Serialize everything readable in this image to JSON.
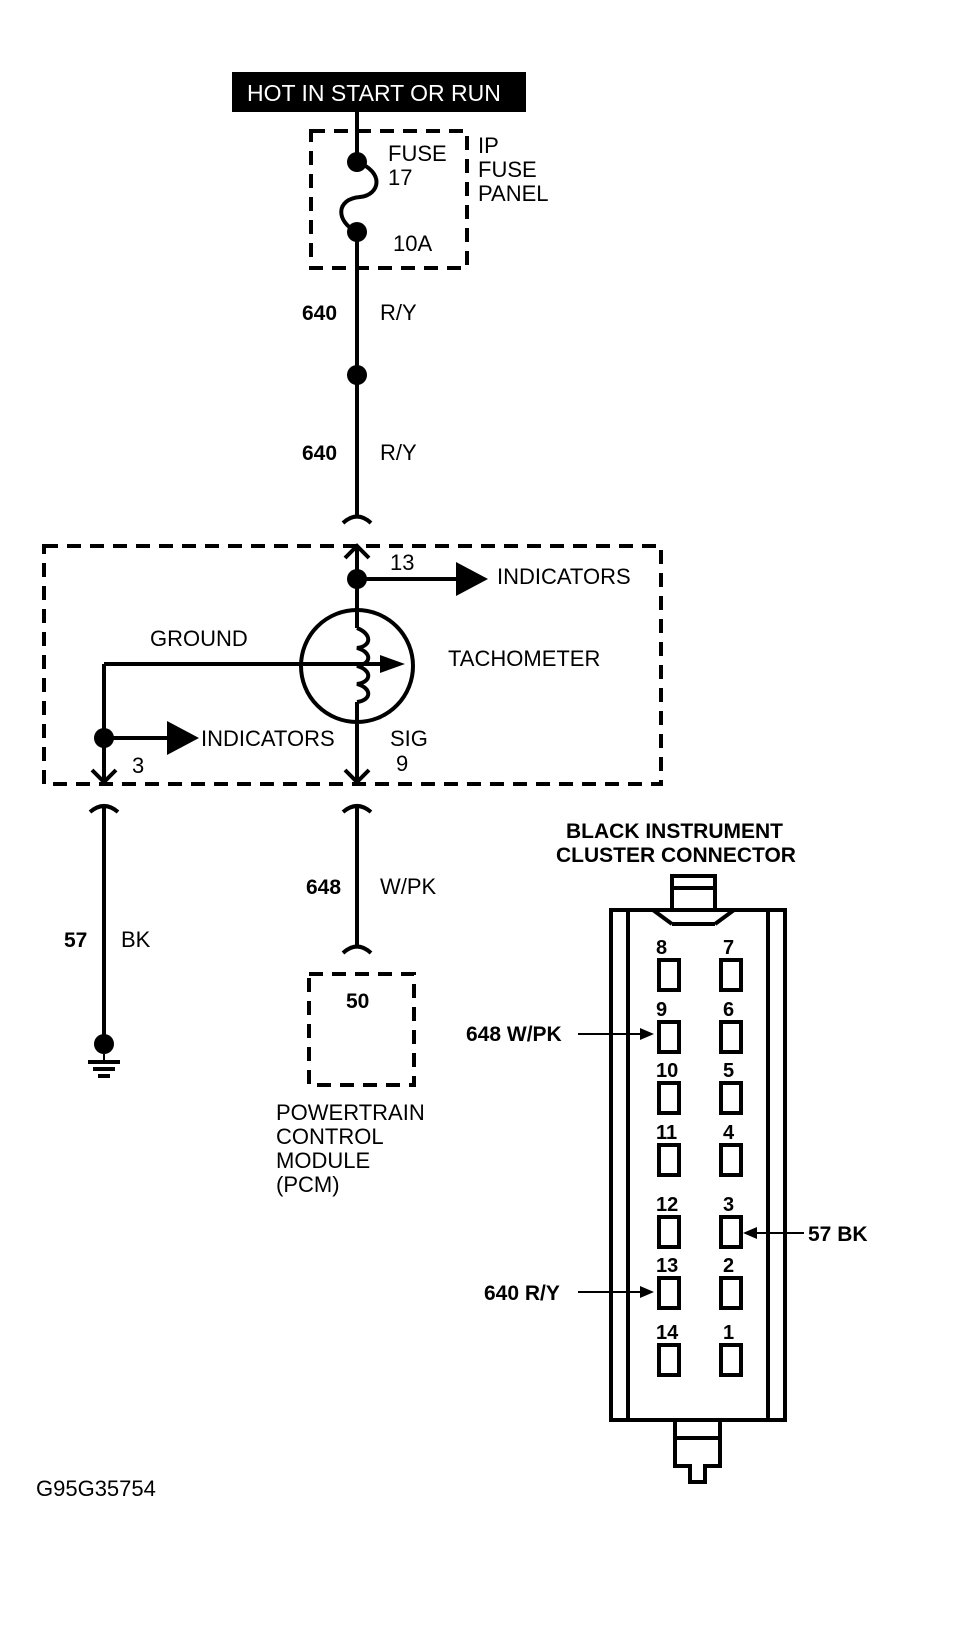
{
  "header": {
    "text": "HOT IN START OR RUN"
  },
  "fuse": {
    "label": "FUSE",
    "number": "17",
    "rating": "10A"
  },
  "fuse_panel": {
    "line1": "IP",
    "line2": "FUSE",
    "line3": "PANEL"
  },
  "wires": {
    "w640_upper": {
      "circuit": "640",
      "color": "R/Y"
    },
    "w640_lower": {
      "circuit": "640",
      "color": "R/Y"
    },
    "w648": {
      "circuit": "648",
      "color": "W/PK"
    },
    "w57": {
      "circuit": "57",
      "color": "BK"
    }
  },
  "cluster": {
    "pin13": "13",
    "indicators_right": "INDICATORS",
    "ground": "GROUND",
    "tachometer": "TACHOMETER",
    "indicators_left": "INDICATORS",
    "pin3": "3",
    "sig": "SIG",
    "pin9": "9"
  },
  "pcm": {
    "pin": "50",
    "line1": "POWERTRAIN",
    "line2": "CONTROL",
    "line3": "MODULE",
    "line4": "(PCM)"
  },
  "connector": {
    "title_line1": "BLACK INSTRUMENT",
    "title_line2": "CLUSTER CONNECTOR",
    "left_pins": [
      "8",
      "9",
      "10",
      "11",
      "12",
      "13",
      "14"
    ],
    "right_pins": [
      "7",
      "6",
      "5",
      "4",
      "3",
      "2",
      "1"
    ],
    "callout_648": "648 W/PK",
    "callout_57": "57 BK",
    "callout_640": "640 R/Y"
  },
  "figure_id": "G95G35754"
}
